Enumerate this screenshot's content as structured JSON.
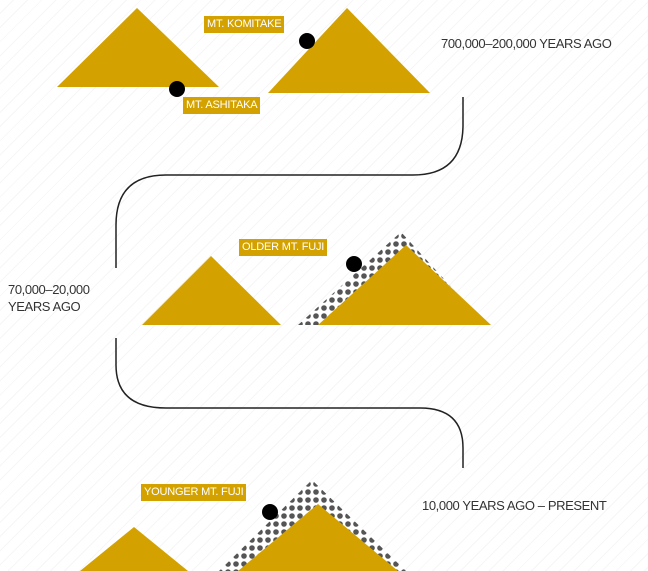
{
  "colors": {
    "mountain": "#D4A200",
    "timeline": "#222222",
    "dot": "#000000",
    "dots_pattern": "#555555"
  },
  "stages": [
    {
      "era": "700,000–200,000 YEARS AGO",
      "era_lines": [
        "700,000–200,000 YEARS AGO"
      ],
      "labels": [
        "MT. KOMITAKE",
        "MT. ASHITAKA"
      ]
    },
    {
      "era": "70,000–20,000 YEARS AGO",
      "era_lines": [
        "70,000–20,000",
        "YEARS AGO"
      ],
      "labels": [
        "OLDER MT. FUJI"
      ]
    },
    {
      "era": "10,000 YEARS AGO – PRESENT",
      "era_lines": [
        "10,000 YEARS AGO – PRESENT"
      ],
      "labels": [
        "YOUNGER MT. FUJI"
      ]
    }
  ]
}
